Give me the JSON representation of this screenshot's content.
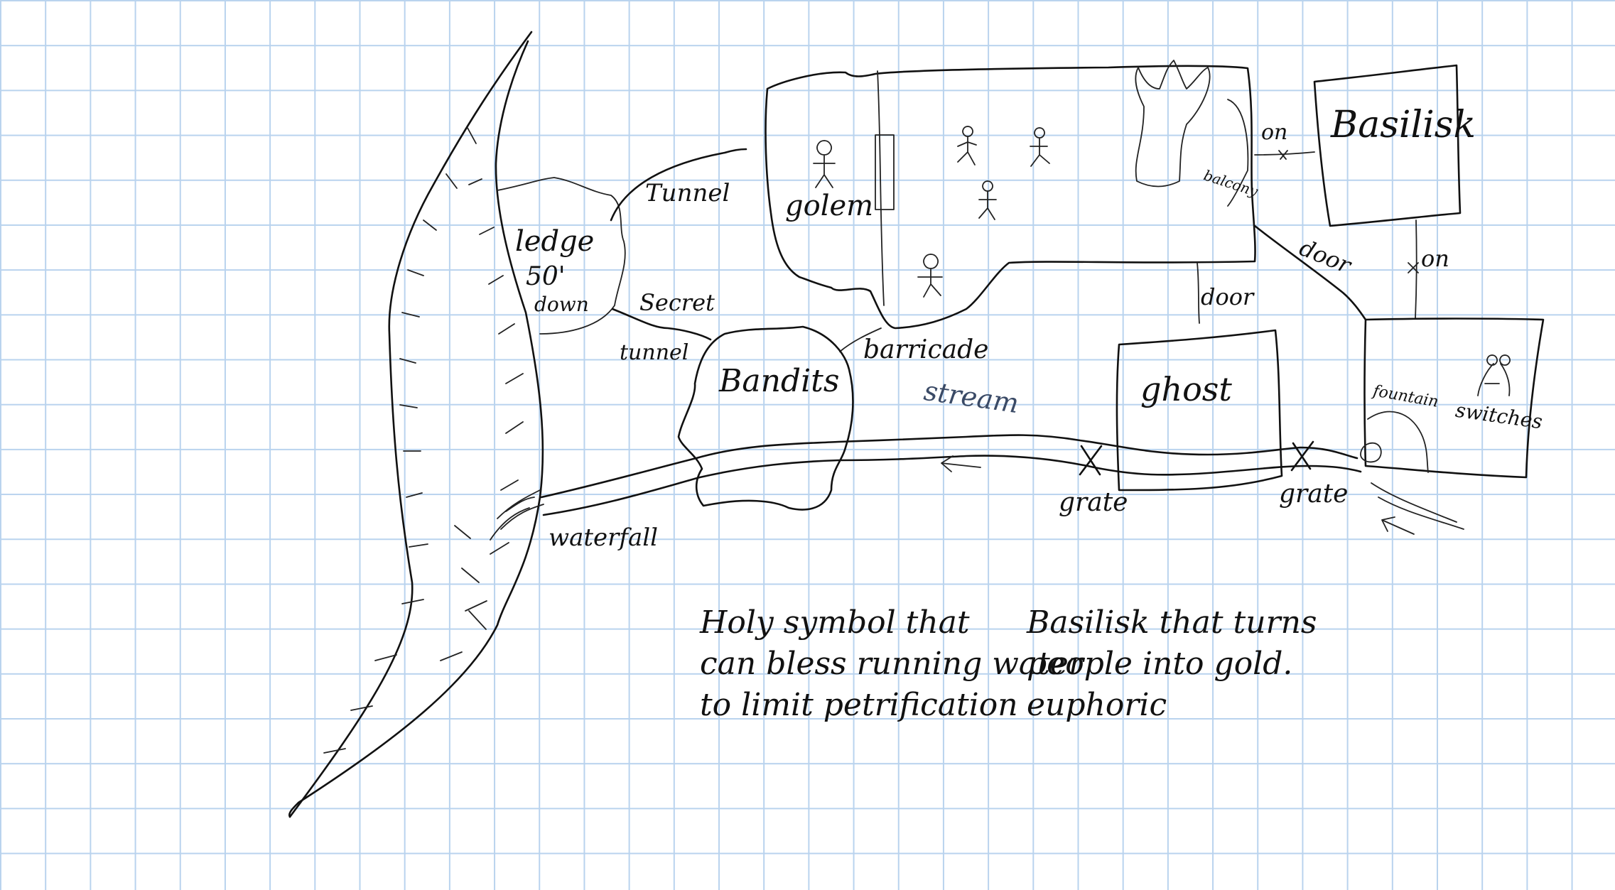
{
  "labels": {
    "ledge": "ledge",
    "ledge_depth": "50'",
    "down": "down",
    "tunnel_top": "Tunnel",
    "secret": "Secret",
    "tunnel": "tunnel",
    "golem": "golem",
    "balcony": "balcony",
    "on_top": "on",
    "basilisk": "Basilisk",
    "door_diag": "door",
    "on_right": "on",
    "door_mid": "door",
    "barricade": "barricade",
    "bandits": "Bandits",
    "stream": "stream",
    "ghost": "ghost",
    "fountain": "fountain",
    "switches": "switches",
    "grate_left": "grate",
    "grate_right": "grate",
    "waterfall": "waterfall"
  },
  "notes": {
    "left": [
      "Holy symbol that",
      "can bless running water",
      "to limit petrification"
    ],
    "right": [
      "Basilisk that turns",
      "people into gold.",
      "euphoric"
    ]
  },
  "colors": {
    "ink": "#111111",
    "grid": "#b9d3ee",
    "paper": "#ffffff"
  }
}
